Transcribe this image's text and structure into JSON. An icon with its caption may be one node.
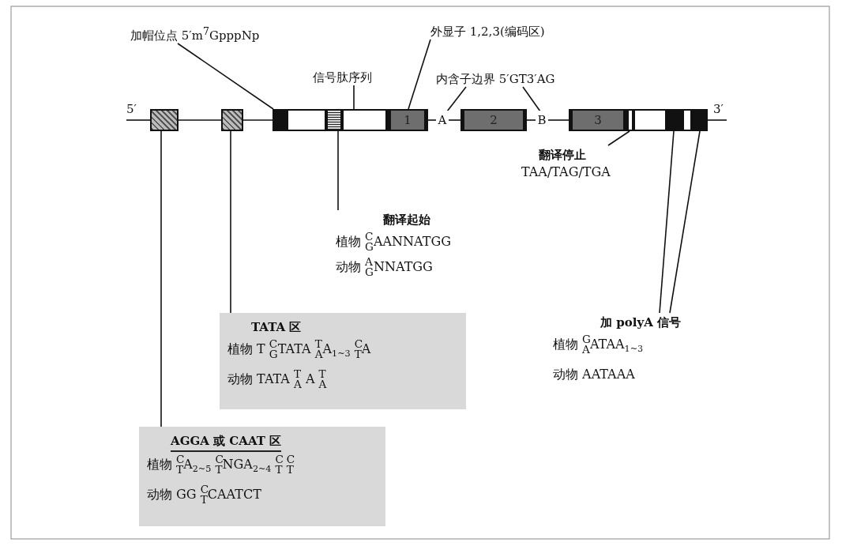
{
  "diagram": {
    "nodes": [
      {
        "text": [
          "加帽位点 5′m$^{7}$GpppNp"
        ]
      },
      {
        "text": [
          "外显子 1,2,3(编码区)"
        ]
      },
      {
        "text": [
          "信号肽序列"
        ]
      },
      {
        "text": [
          "内含子边界 5′GT3′AG"
        ]
      },
      {
        "text": [],
        "shape": "box"
      },
      {
        "text": [],
        "shape": "box"
      },
      {
        "text": [],
        "shape": "box"
      },
      {
        "text": [],
        "shape": "box"
      },
      {
        "text": [],
        "shape": "box"
      },
      {
        "text": [],
        "shape": "box"
      },
      {
        "text": [
          "1"
        ]
      },
      {
        "text": [
          "A"
        ]
      },
      {
        "text": [
          "2"
        ]
      },
      {
        "text": [
          "B"
        ]
      },
      {
        "text": [
          "3"
        ]
      },
      {
        "text": [],
        "shape": "box"
      },
      {
        "text": [],
        "shape": "box"
      },
      {
        "text": [],
        "shape": "box"
      },
      {
        "text": [],
        "shape": "box"
      },
      {
        "text": [],
        "shape": "box"
      },
      {
        "text": [
          "翻译停止",
          "TAA/TAG/TGA"
        ]
      },
      {
        "text": [
          "翻译起始",
          "植物 $^{C}$$_{G}$AANNATGG",
          "动物 $^{A}$$_{G}$NNATGG"
        ]
      },
      {
        "text": [
          "TATA 区",
          "植物 T $^{C}$$_{G}$TATA $^{T}$$_{A}$A$_{1~3}$ $^{C}$$_{T}$A",
          "动物 TATA $^{T}$$_{A}$ A $^{T}$$_{A}$"
        ]
      },
      {
        "text": [
          "加 polyA 信号",
          "植物 $^{G}$$_{A}$ATAA$_{1~3}$",
          "动物 AATAAA"
        ]
      },
      {
        "text": [
          "AGGA 或 CAAT 区",
          "植物 $^{C}$$_{T}$A$_{2~5}$ $^{C}$$_{T}$NGA$_{2~4}$ $^{C}$$_{T}$ $^{C}$$_{T}$",
          "动物 GG $^{C}$$_{T}$CAATCT"
        ]
      }
    ],
    "edges": [
      {
        "from": 0,
        "to": 6,
        "arrow": "none"
      },
      {
        "from": 1,
        "to": 10,
        "arrow": "none"
      },
      {
        "from": 2,
        "to": 9,
        "arrow": "none"
      },
      {
        "from": 3,
        "to": 11,
        "arrow": "none"
      },
      {
        "from": 3,
        "to": 13,
        "arrow": "none"
      },
      {
        "from": null,
        "to": 4,
        "arrow": "none"
      },
      {
        "from": 4,
        "to": 5,
        "arrow": "none"
      },
      {
        "from": 5,
        "to": 6,
        "arrow": "none"
      },
      {
        "from": 10,
        "to": 11,
        "arrow": "none"
      },
      {
        "from": 11,
        "to": 12,
        "arrow": "none"
      },
      {
        "from": 12,
        "to": 13,
        "arrow": "none"
      },
      {
        "from": 13,
        "to": 14,
        "arrow": "none"
      },
      {
        "from": 19,
        "to": null,
        "arrow": "none"
      },
      {
        "from": 20,
        "to": 15,
        "arrow": "none"
      },
      {
        "from": 21,
        "to": 8,
        "arrow": "none"
      },
      {
        "from": 23,
        "to": 17,
        "arrow": "none"
      },
      {
        "from": 23,
        "to": 19,
        "arrow": "none"
      },
      {
        "from": 22,
        "to": 5,
        "arrow": "none"
      },
      {
        "from": 24,
        "to": 4,
        "arrow": "none"
      }
    ],
    "labels": [
      "5′",
      "3′"
    ]
  }
}
